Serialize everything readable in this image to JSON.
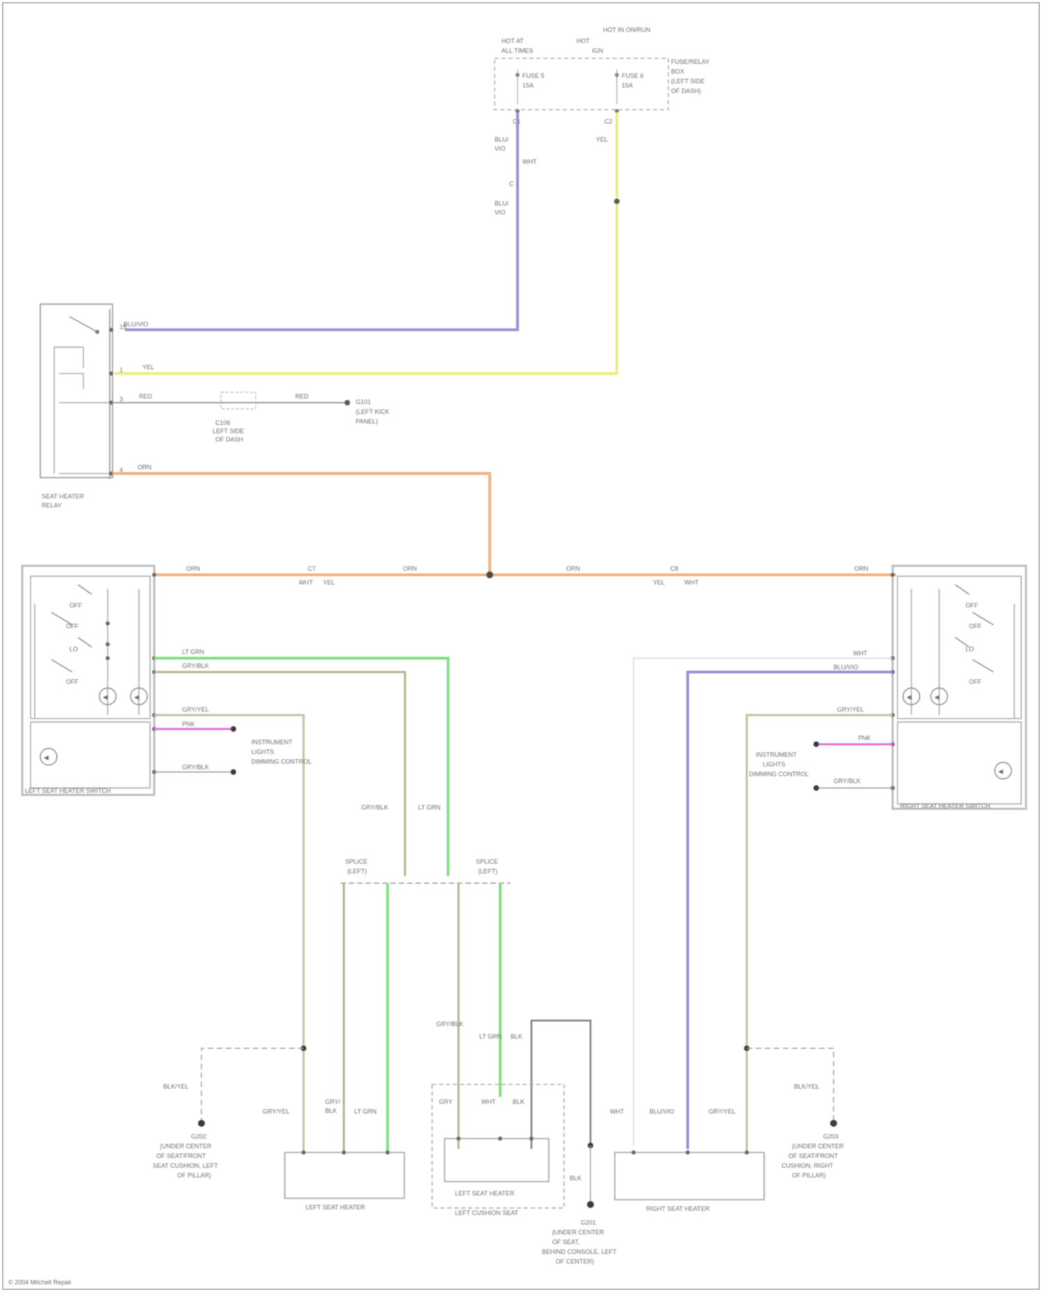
{
  "diagram": {
    "wire_colors": {
      "violet": "#9a8fd6",
      "yellow": "#eeec7e",
      "orange": "#f2b07a",
      "green": "#7fe07f",
      "olive": "#b7b38a",
      "magenta": "#e56fd8",
      "gray": "#9b9b9b",
      "frame": "#6b6b6b"
    },
    "components": {
      "fuse_block": "FUSE/RELAY BOX",
      "seat_heater_relay": "SEAT HEATER RELAY",
      "left_switch": "LEFT SEAT HEATER SWITCH",
      "right_switch": "RIGHT SEAT HEATER SWITCH",
      "left_seat_heater": "LEFT SEAT HEATER",
      "left_back_heater": "LEFT SEAT HEATER",
      "left_cushion_group": "LEFT CUSHION SEAT",
      "right_seat_heater": "RIGHT SEAT HEATER",
      "splice_left": "SPLICE",
      "splice_right": "SPLICE",
      "ground_left": "G202",
      "ground_center": "G201",
      "ground_right": "G203",
      "ground_relay": "G101",
      "dimming_left": "DIMMING CONTROL",
      "dimming_right": "DIMMING CONTROL"
    },
    "wire_labels": {
      "violet_top": "BLU/VIO",
      "yellow_top": "YEL",
      "red_relay": "RED",
      "orange_bus": "ORN",
      "green_left": "LT GRN",
      "olive_left": "GRY/BLK",
      "magenta": "PNK",
      "ground": "BLK"
    }
  }
}
